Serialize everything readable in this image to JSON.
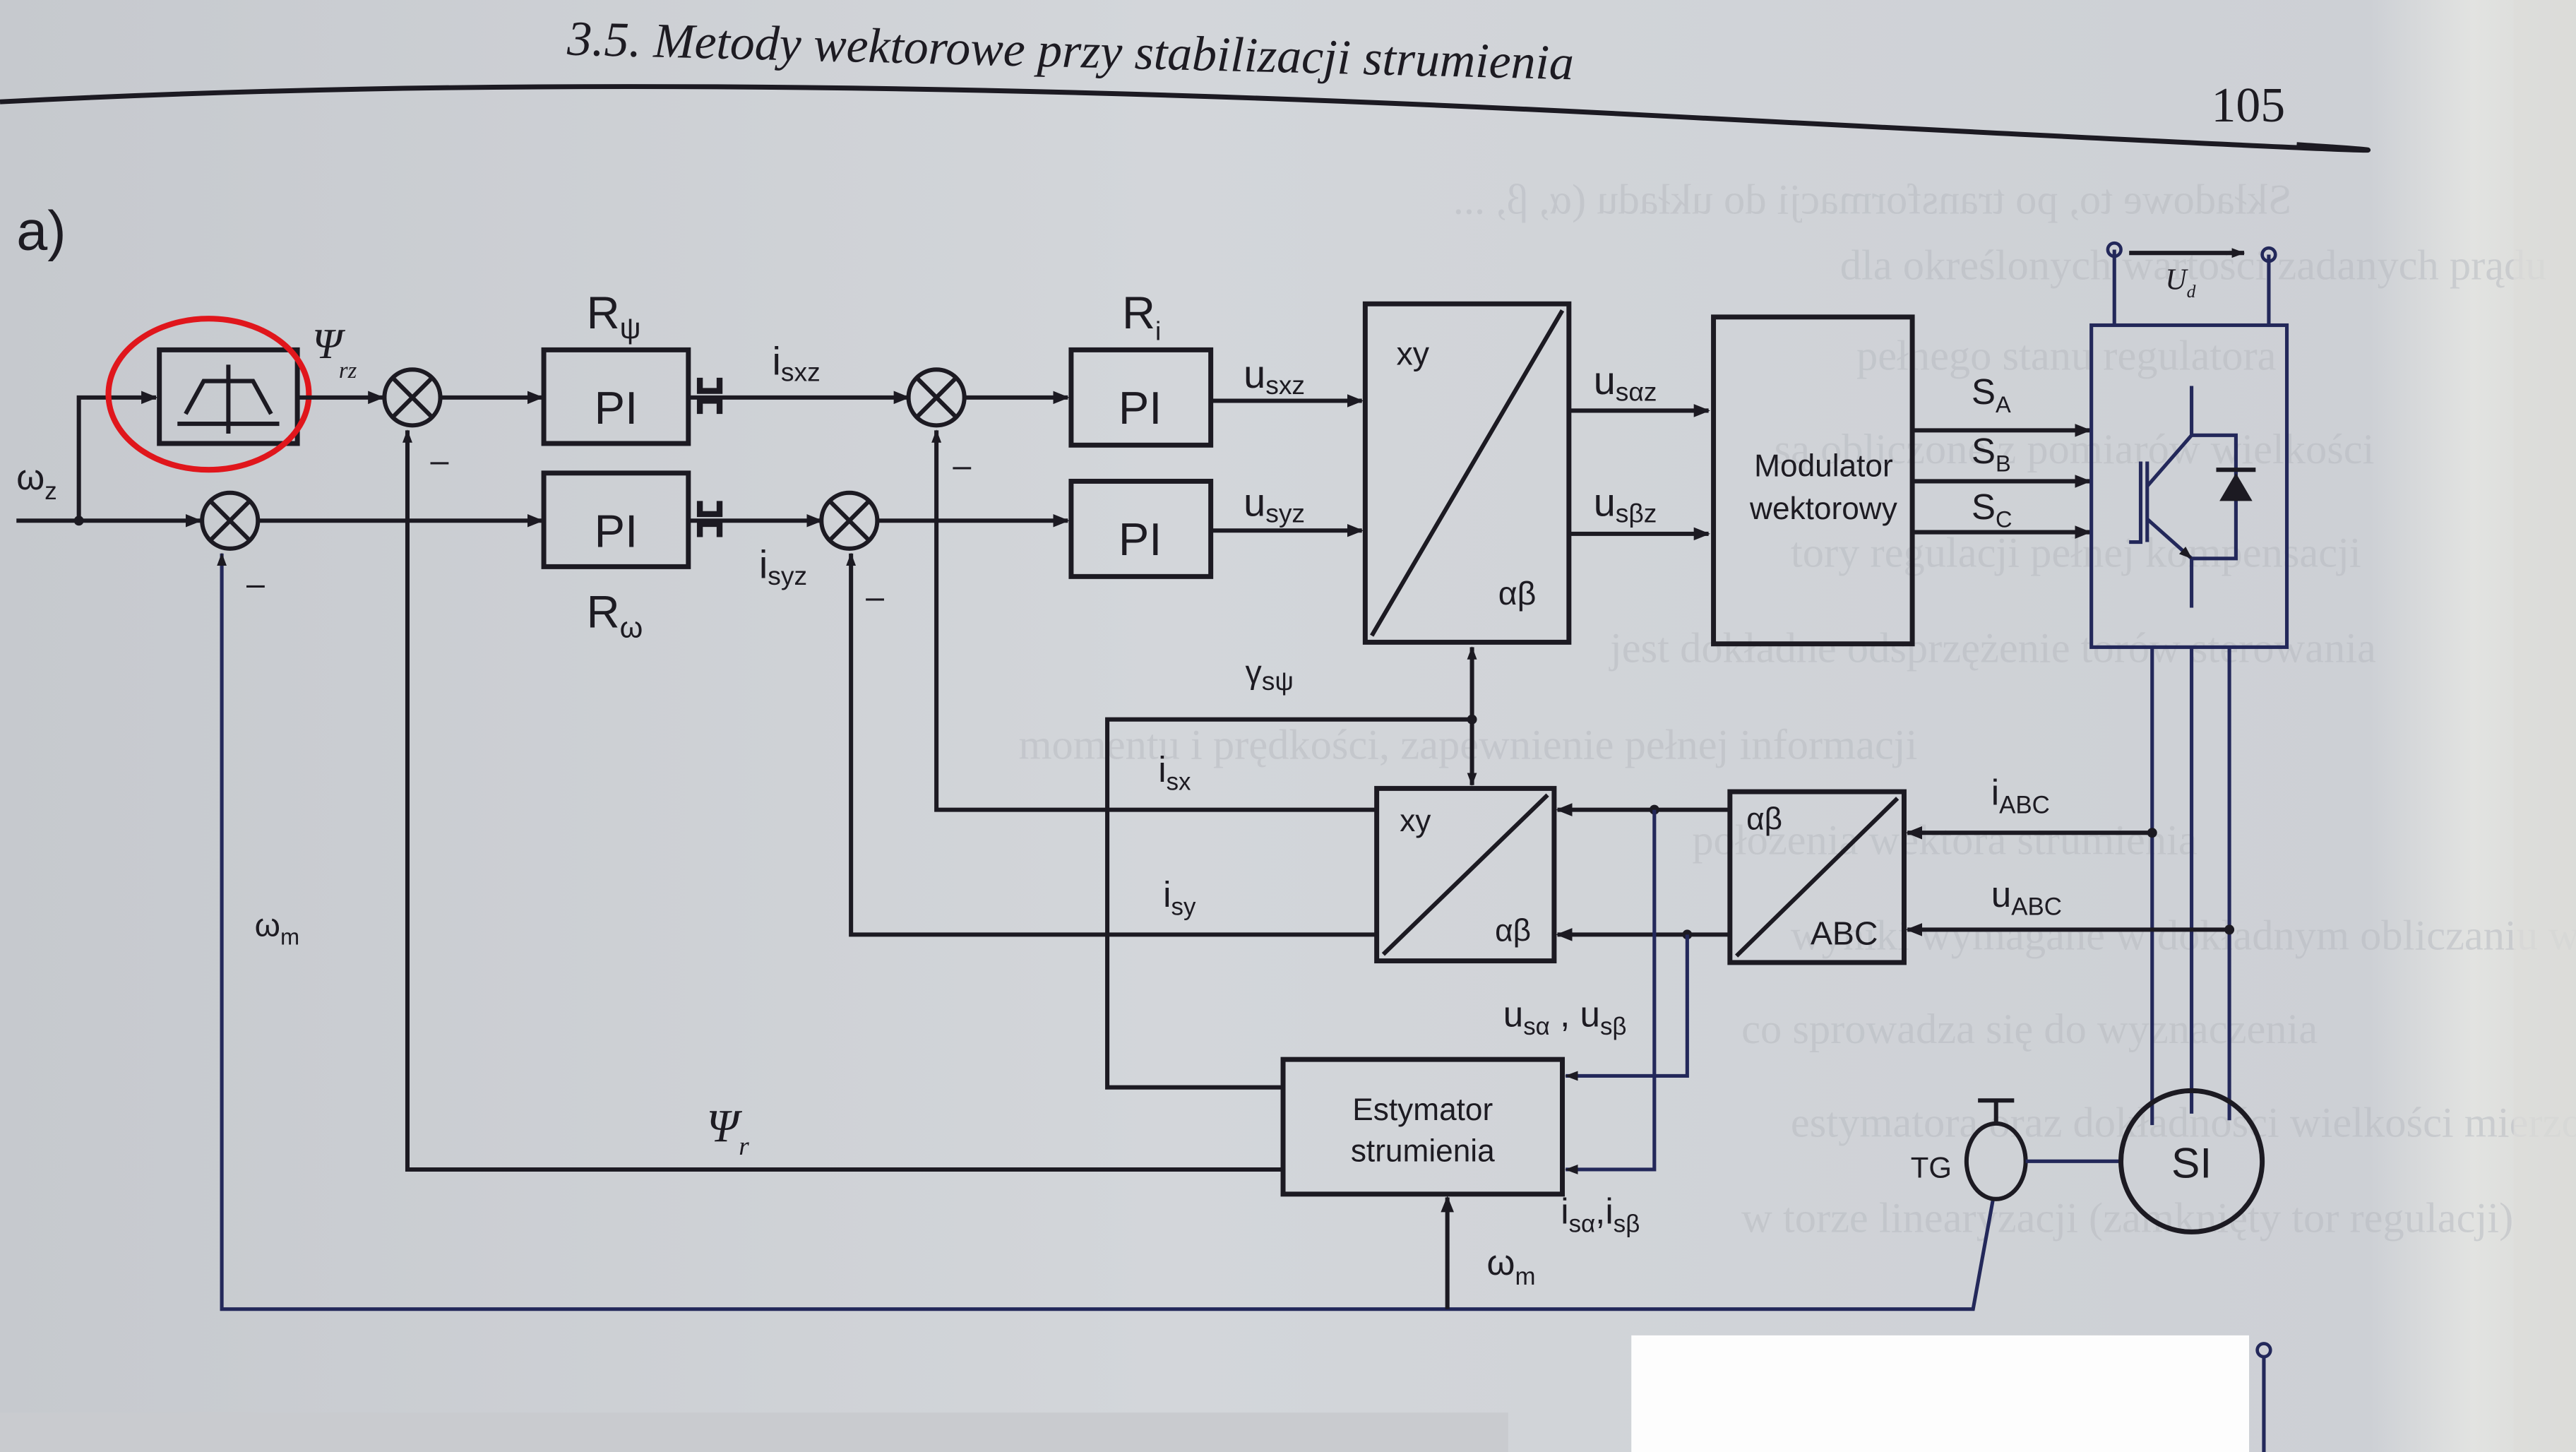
{
  "header": {
    "running_title": "3.5. Metody wektorowe przy stabilizacji strumienia",
    "page_number": "105",
    "figure_label": "a)"
  },
  "diagram": {
    "inputs": {
      "speed_ref": "ω",
      "speed_ref_sub": "z",
      "flux_ref": "Ψ",
      "flux_ref_sub": "rz"
    },
    "flux_shaper_icon": "field-weakening-characteristic-icon",
    "highlight_color": "#e0161c",
    "regulators": {
      "flux": {
        "label": "R",
        "sub": "ψ",
        "block": "PI"
      },
      "speed": {
        "label": "R",
        "sub": "ω",
        "block": "PI"
      },
      "current": {
        "label": "R",
        "sub": "i",
        "block_x": "PI",
        "block_y": "PI"
      }
    },
    "limiter_icon": "limiter-icon",
    "signals": {
      "isxz": {
        "main": "i",
        "sub": "sxz"
      },
      "isyz": {
        "main": "i",
        "sub": "syz"
      },
      "usxz": {
        "main": "u",
        "sub": "sxz"
      },
      "usyz": {
        "main": "u",
        "sub": "syz"
      },
      "usaz": {
        "main": "u",
        "sub": "sαz"
      },
      "usbz": {
        "main": "u",
        "sub": "sβz"
      },
      "SA": {
        "main": "S",
        "sub": "A"
      },
      "SB": {
        "main": "S",
        "sub": "B"
      },
      "SC": {
        "main": "S",
        "sub": "C"
      },
      "gamma": {
        "main": "γ",
        "sub": "sψ"
      },
      "isx": {
        "main": "i",
        "sub": "sx"
      },
      "isy": {
        "main": "i",
        "sub": "sy"
      },
      "iABC": {
        "main": "i",
        "sub": "ABC"
      },
      "uABC": {
        "main": "u",
        "sub": "ABC"
      },
      "us_ab": {
        "m1": "u",
        "s1": "sα",
        "sep": " , ",
        "m2": "u",
        "s2": "sβ"
      },
      "is_ab": {
        "m1": "i",
        "s1": "sα",
        "sep": ",",
        "m2": "i",
        "s2": "sβ"
      },
      "psi_r": {
        "main": "Ψ",
        "sub": "r"
      },
      "omega_m_left": {
        "main": "ω",
        "sub": "m"
      },
      "omega_m_bottom": {
        "main": "ω",
        "sub": "m"
      },
      "minus": "–",
      "Ud": {
        "main": "U",
        "sub": "d"
      }
    },
    "blocks": {
      "xy_ab_top": {
        "top": "xy",
        "bottom": "αβ"
      },
      "xy_ab_bottom": {
        "top": "xy",
        "bottom": "αβ"
      },
      "ab_abc": {
        "top": "αβ",
        "bottom": "ABC"
      },
      "modulator": {
        "line1": "Modulator",
        "line2": "wektorowy"
      },
      "estimator": {
        "line1": "Estymator",
        "line2": "strumienia"
      },
      "motor": "SI",
      "tachogenerator": "TG",
      "inverter_icon": "igbt-with-diode-icon"
    }
  },
  "bleed_through_text": [
    "Składowe to, po transformacji do układu (α, β, ...",
    "dla określonych wartości zadanych prądu",
    "pełnego stanu regulatora",
    "są obliczone z pomiarów wielkości",
    "tory regulacji pełnej kompensacji",
    "jest dokładne odsprzężenie torów sterowania",
    "momentu i prędkości, zapewnienie pełnej informacji",
    "położenia wektora strumienia",
    "wyniki wymagane w dokładnym obliczaniu wartości",
    "co sprowadza się do wyznaczenia",
    "estymatora oraz dokładności wielkości mierzonych",
    "w torze linearyzacji (zamknięty tor regulacji)"
  ]
}
